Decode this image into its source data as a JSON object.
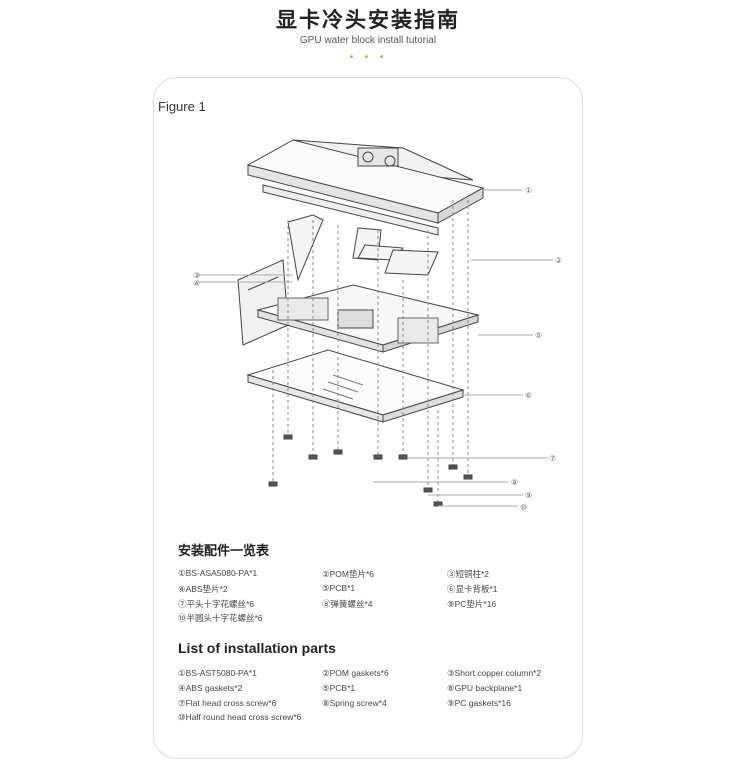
{
  "header": {
    "title": "显卡冷头安装指南",
    "subtitle": "GPU water block install tutorial",
    "dots": "• • •"
  },
  "figure": {
    "label": "Figure 1",
    "callouts": [
      "①",
      "②",
      "③",
      "④",
      "⑤",
      "⑥",
      "⑦",
      "⑧",
      "⑨",
      "⑩"
    ]
  },
  "parts_cn": {
    "title": "安装配件一览表",
    "items": [
      "①BS-ASA5080-PA*1",
      "②POM垫片*6",
      "③短铜柱*2",
      "④ABS垫片*2",
      "⑤PCB*1",
      "⑥显卡背板*1",
      "⑦平头十字花螺丝*6",
      "⑧弹簧螺丝*4",
      "⑨PC垫片*16",
      "⑩半圆头十字花螺丝*6"
    ]
  },
  "parts_en": {
    "title": "List of installation parts",
    "items": [
      "①BS-AST5080-PA*1",
      "②POM gaskets*6",
      "③Short copper column*2",
      "④ABS gaskets*2",
      "⑤PCB*1",
      "⑥GPU backplane*1",
      "⑦Flat head cross screw*6",
      "⑧Spring screw*4",
      "⑨PC gaskets*16",
      "⑩Half round head cross screw*6"
    ]
  }
}
